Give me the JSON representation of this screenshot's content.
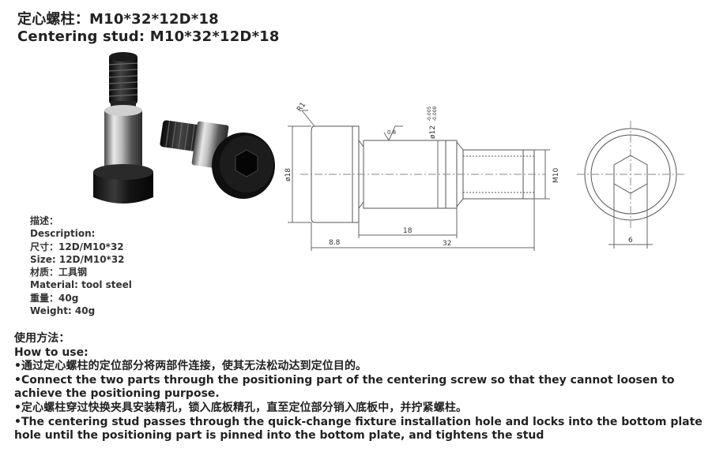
{
  "title": {
    "cn": "定心螺柱：M10*32*12D*18",
    "en": "Centering stud: M10*32*12D*18"
  },
  "drawing": {
    "labels": {
      "chamfer": "R1",
      "roughness": "0.8",
      "tolerance_dia": "ø12",
      "tolerance_upper": "-0.005",
      "tolerance_lower": "-0.008",
      "head_dia": "ø18",
      "thread": "M10",
      "dim_head_len": "8.8",
      "dim_shoulder_len": "18",
      "dim_total_len": "32",
      "dim_hex": "6"
    }
  },
  "description": {
    "heading_cn": "描述：",
    "heading_en": "Description:",
    "size_cn": "尺寸：12D/M10*32",
    "size_en": "Size: 12D/M10*32",
    "material_cn": "材质：工具钢",
    "material_en": "Material: tool steel",
    "weight_cn": "重量：40g",
    "weight_en": "Weight: 40g"
  },
  "usage": {
    "heading_cn": "使用方法：",
    "heading_en": "How to use:",
    "point1_cn": "•通过定心螺柱的定位部分将两部件连接，使其无法松动达到定位目的。",
    "point1_en": "•Connect the two parts through the positioning part of the centering screw so that they cannot loosen to achieve the positioning purpose.",
    "point2_cn": "•定心螺柱穿过快换夹具安装精孔，锁入底板精孔，直至定位部分销入底板中，并拧紧螺柱。",
    "point2_en": "•The centering stud passes through the quick-change fixture installation hole and locks into the bottom plate hole until the positioning part is pinned into the bottom plate, and tightens the stud"
  },
  "colors": {
    "text": "#222222",
    "drawing_line": "#555555",
    "steel_light": "#d8d8d8",
    "steel_dark": "#3a3a3a",
    "oxide_black": "#161616"
  }
}
